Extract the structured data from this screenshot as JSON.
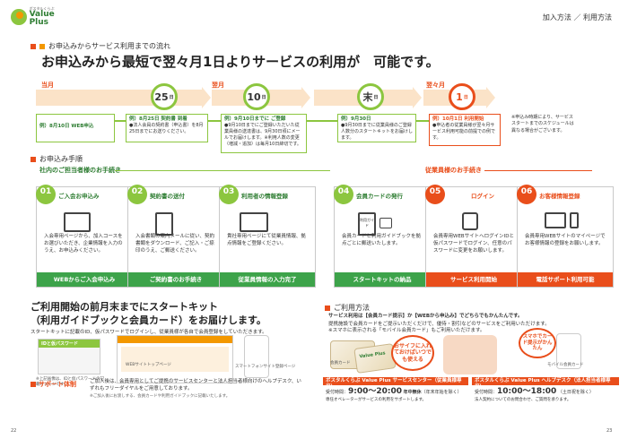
{
  "header": {
    "logo_small": "ボスタルくらぶ",
    "logo_main": "Value Plus",
    "nav": "加入方法 ／ 利用方法"
  },
  "flow": {
    "section_title": "お申込みからサービス利用までの流れ",
    "headline": "お申込みから最短で翌々月1日よりサービスの利用が　可能です。",
    "timeline_labels": [
      "当月",
      "翌月",
      "翌々月"
    ],
    "dates": [
      {
        "num": "25",
        "unit": "日"
      },
      {
        "num": "10",
        "unit": "日"
      },
      {
        "num": "末",
        "unit": "日"
      },
      {
        "num": "1",
        "unit": "日"
      }
    ],
    "boxes": [
      {
        "title": "例）8月10日 WEB申込",
        "body": ""
      },
      {
        "title": "例）8月25日 契約書 到着",
        "body": "●法人会員の契約書（申込書）を8月25日までにお送りください。"
      },
      {
        "title": "例）9月10日までに ご登録",
        "body": "●9月10日までにご登録いただいた従業員様の送達書は、9月30日頃にメールでお届けします。※利用人数の変更（増減・追加）は毎月10日締切です。"
      },
      {
        "title": "例）9月30日",
        "body": "●9月30日までに従業員様のご登録人数分のスタートキットをお届けします。"
      },
      {
        "title": "例）10月1日 利用開始",
        "body": "●申込者の従業員様が翌々月サービス利用可能の前提での例です。"
      }
    ],
    "note": "※申込み時期により、サービススタートまでのスケジュールは異なる場合がございます。"
  },
  "procedure": {
    "section_title": "お申込み手順",
    "left_group": "社内のご担当者様のお手続き",
    "right_group": "従業員様のお手続き",
    "steps": [
      {
        "badge": "STEP",
        "no": "01",
        "title": "ご入会お申込み",
        "body": "入会専用ページから、加入コースをお選びいただき、企業情報を入力のうえ、お申込みください。",
        "foot": "WEBからご入会申込み"
      },
      {
        "badge": "STEP",
        "no": "02",
        "title": "契約書の送付",
        "body": "入会書類の案内メールに従い、契約書類をダウンロード、ご記入・ご捺印のうえ、ご郵送ください。",
        "foot": "ご契約書のお手続き"
      },
      {
        "badge": "STEP",
        "no": "03",
        "title": "利用者の情報登録",
        "body": "貴社専用ページにて従業員情報、拠点情報をご登録ください。",
        "foot": "従業員情報の入力完了"
      },
      {
        "badge": "STEP",
        "no": "04",
        "title": "会員カードの発行",
        "body": "会員カードと利用ガイドブックを拠点ごとに郵送いたします。",
        "foot": "スタートキットの納品"
      },
      {
        "badge": "STEP",
        "no": "05",
        "title": "ログイン",
        "body": "会員専用WEBサイトへログインIDと仮パスワードでログイン、任意のパスワードに変更をお願いします。",
        "foot": "サービス利用開始"
      },
      {
        "badge": "STEP",
        "no": "06",
        "title": "お客様情報登録",
        "body": "会員専用WEBサイトのマイページでお客様情報の登録をお願いします。",
        "foot": "電話サポート利用可能"
      }
    ],
    "icon_card_label": "利用ガイド"
  },
  "startkit": {
    "title_line1": "ご利用開始の前月末までにスタートキット",
    "title_line2": "（利用ガイドブックと会員カード）をお届けします。",
    "desc": "スタートキットに記載のID、仮パスワードでログインし、従業員様が各自で会員登録をしていただきます。",
    "screen1_head": "IDと仮パスワード",
    "screen1_caption": "※上記画像は、IDと仮パスワードの記載イメージです。",
    "screen2_caption": "WEBサイトトップページ",
    "screen3_caption": "スマートフォンサイト登録ページ"
  },
  "usage": {
    "section_title": "ご利用方法",
    "lead": "サービス利用は【会員カード提示】か【WEBから申込み】でどちらでもかんたんです。",
    "text1": "提携施設で会員カードをご提示いただくだけで、優待・割引などのサービスをご利用いただけます。",
    "text2": "※スマホに表示される「モバイル会員カード」もご利用いただけます。",
    "bubble1": "おサイフに入れておけばいつでも使える",
    "bubble2": "スマホでカード提示がかんたん",
    "card_caption": "会員カード",
    "mobile_caption": "モバイル会員カード",
    "card_brand": "Value Plus"
  },
  "support": {
    "label": "サポート体制",
    "text": "ご加入後は、会員専用としてご提携のサービスセンターと法人担当者様向けのヘルプデスク、いずれもフリーダイヤルをご用意しております。",
    "note": "※ご加入後にお渡しする、会員カードや利用ガイドブックに記載いたします。"
  },
  "hotlines": [
    {
      "head": "ボスタルくらぶ Value Plus サービスセンター（従業員様専用）",
      "label": "受付時間：",
      "hours": "9:00～20:00",
      "sub": "年中無休",
      "paren": "（年末年始を除く）",
      "note": "専任オペレーターがサービスの利用をサポートします。"
    },
    {
      "head": "ボスタルくらぶ Value Plus ヘルプデスク（法人担当者様専用）",
      "label": "受付時間：",
      "hours": "10:00～18:00",
      "sub": "",
      "paren": "（土日祝を除く）",
      "note": "法人契約についてのお問合わせ、ご質問を承ります。"
    }
  ],
  "pages": {
    "left": "22",
    "right": "23"
  }
}
